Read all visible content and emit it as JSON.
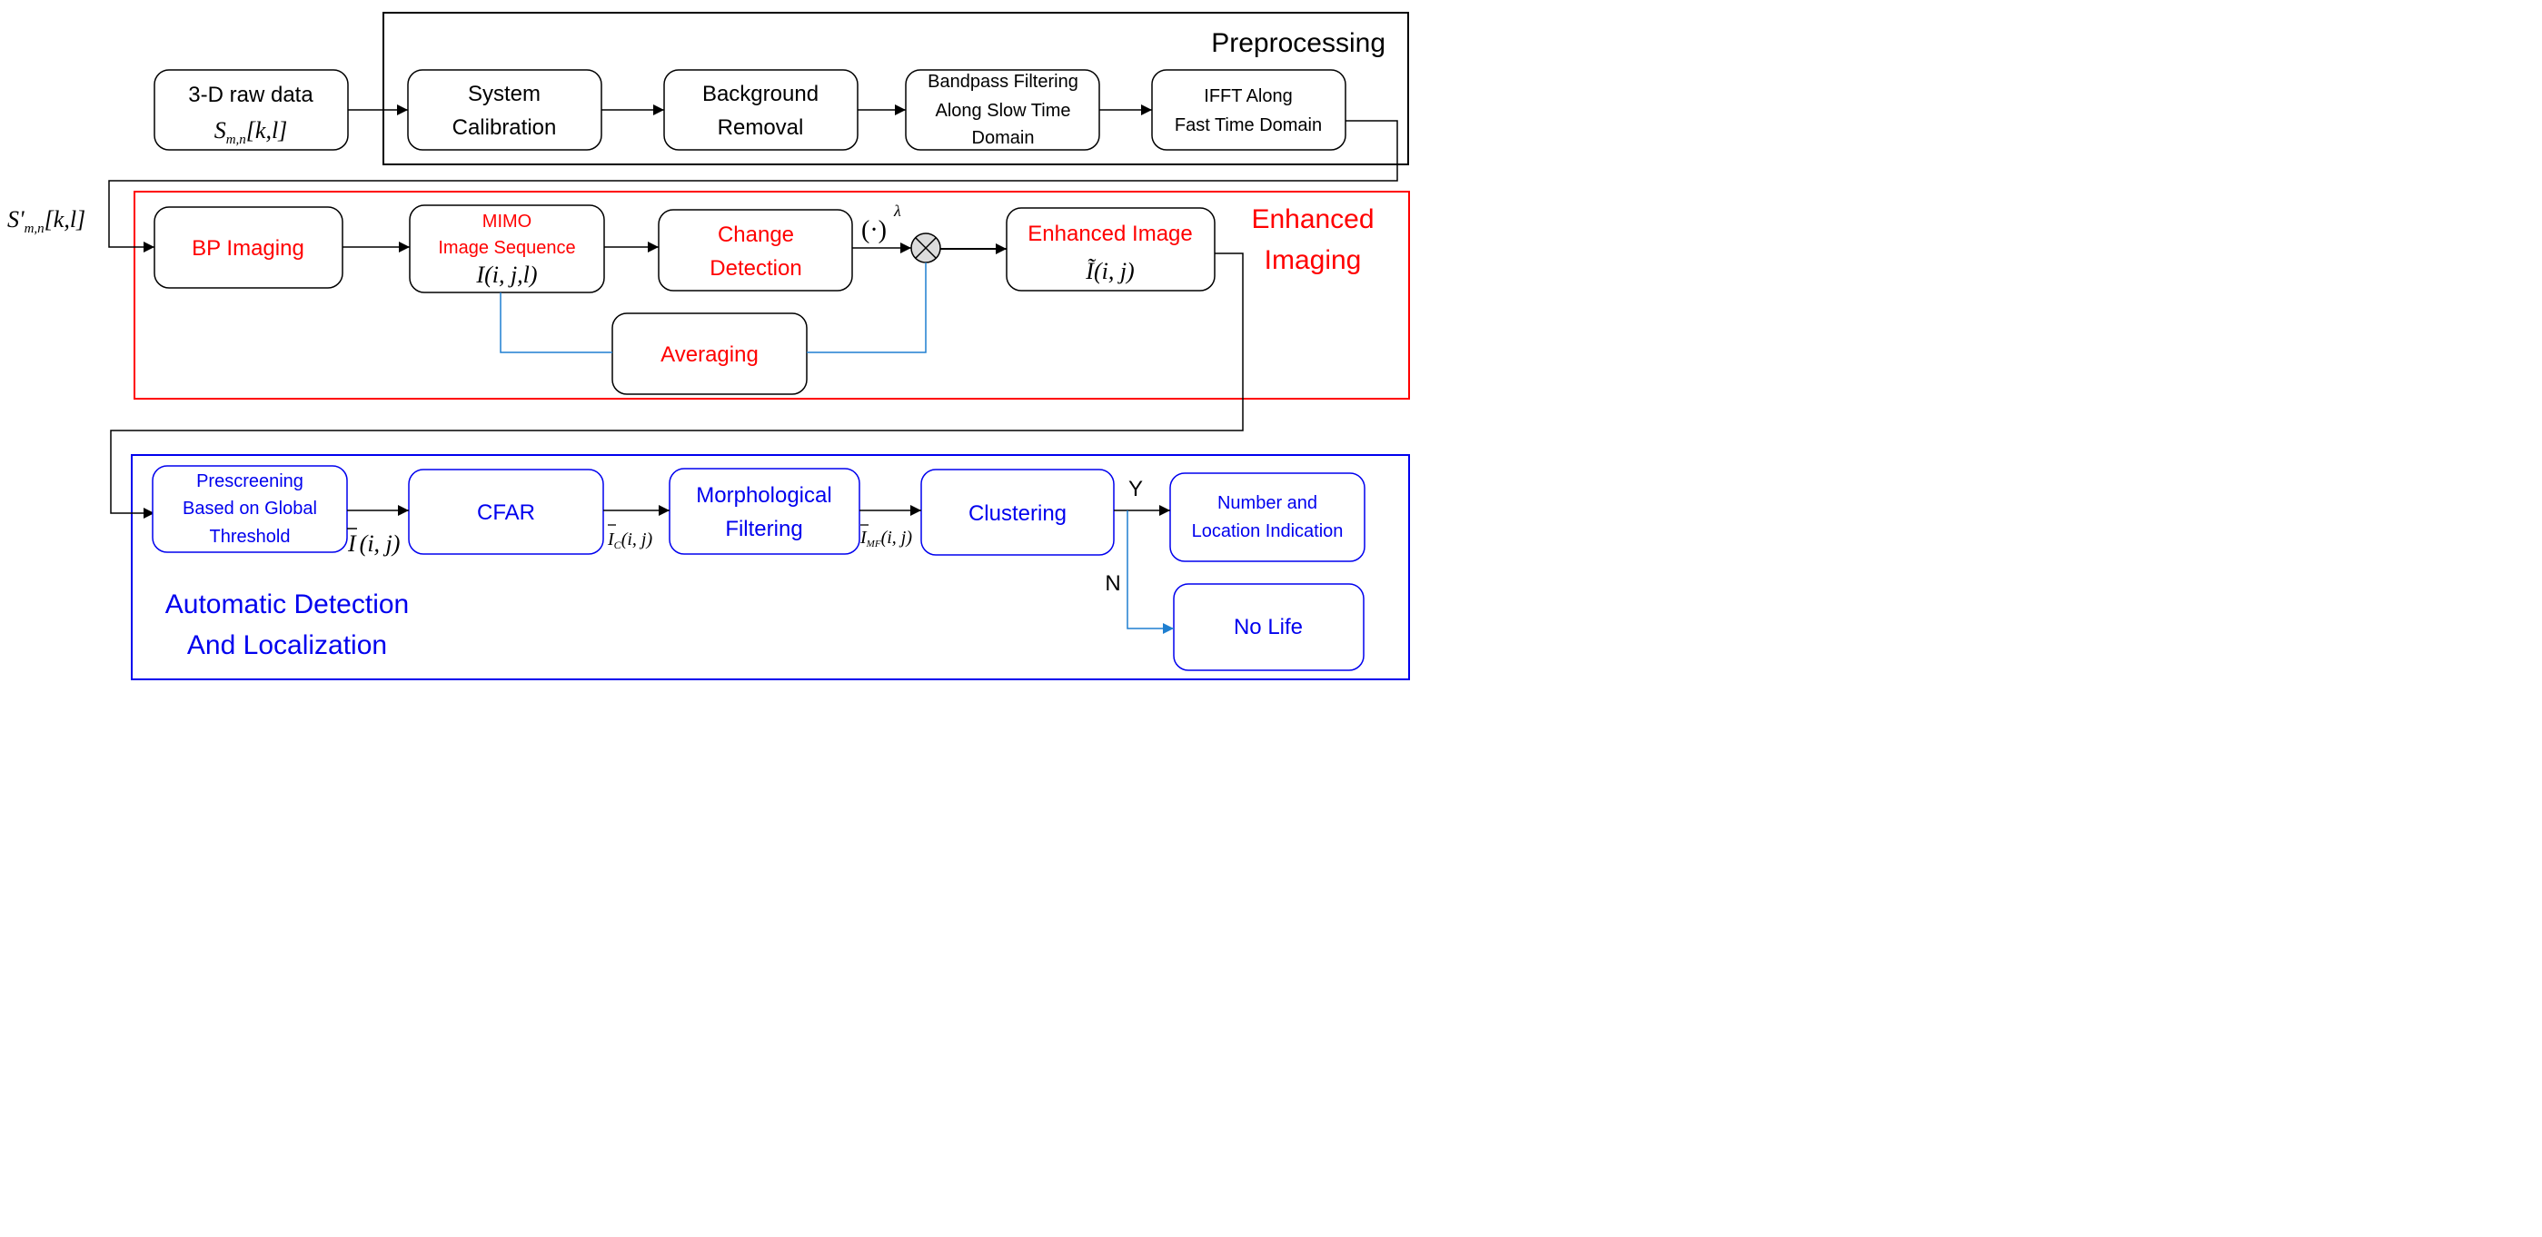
{
  "colors": {
    "black": "#000000",
    "red": "#ff0000",
    "blue": "#0000ee",
    "connector_blue": "#1f7fd0"
  },
  "sections": {
    "preprocessing": "Preprocessing",
    "enhanced_line1": "Enhanced",
    "enhanced_line2": "Imaging",
    "detection_line1": "Automatic  Detection",
    "detection_line2": "And Localization"
  },
  "blocks": {
    "raw_data": {
      "line1": "3-D raw data",
      "math": "S",
      "math_sub": "m,n",
      "math_arg": "[k,l]"
    },
    "calibration": {
      "line1": "System",
      "line2": "Calibration"
    },
    "background": {
      "line1": "Background",
      "line2": "Removal"
    },
    "bandpass": {
      "line1": "Bandpass Filtering",
      "line2": "Along Slow Time",
      "line3": "Domain"
    },
    "ifft": {
      "line1": "IFFT Along",
      "line2": "Fast Time Domain"
    },
    "bp_imaging": {
      "line1": "BP Imaging"
    },
    "mimo": {
      "line1": "MIMO",
      "line2": "Image Sequence",
      "math": "I(i, j,l)"
    },
    "change": {
      "line1": "Change",
      "line2": "Detection"
    },
    "averaging": {
      "line1": "Averaging"
    },
    "enhanced_image": {
      "line1": "Enhanced Image",
      "math": "Ĩ(i, j)"
    },
    "prescreening": {
      "line1": "Prescreening",
      "line2": "Based on Global",
      "line3": "Threshold"
    },
    "cfar": {
      "line1": "CFAR"
    },
    "morph": {
      "line1": "Morphological",
      "line2": "Filtering"
    },
    "clustering": {
      "line1": "Clustering"
    },
    "number_location": {
      "line1": "Number and",
      "line2": "Location Indication"
    },
    "no_life": {
      "line1": "No Life"
    }
  },
  "signals": {
    "s_prime": "S'",
    "s_prime_sub": "m,n",
    "s_prime_arg": "[k,l]",
    "power": "(·)",
    "power_exp": "λ",
    "i_bar": "I",
    "i_bar_arg": "(i, j)",
    "i_c": "I",
    "i_c_sub": "C",
    "i_c_arg": "(i, j)",
    "i_mf": "I",
    "i_mf_sub": "MF",
    "i_mf_arg": "(i, j)"
  },
  "branches": {
    "yes": "Y",
    "no": "N"
  }
}
